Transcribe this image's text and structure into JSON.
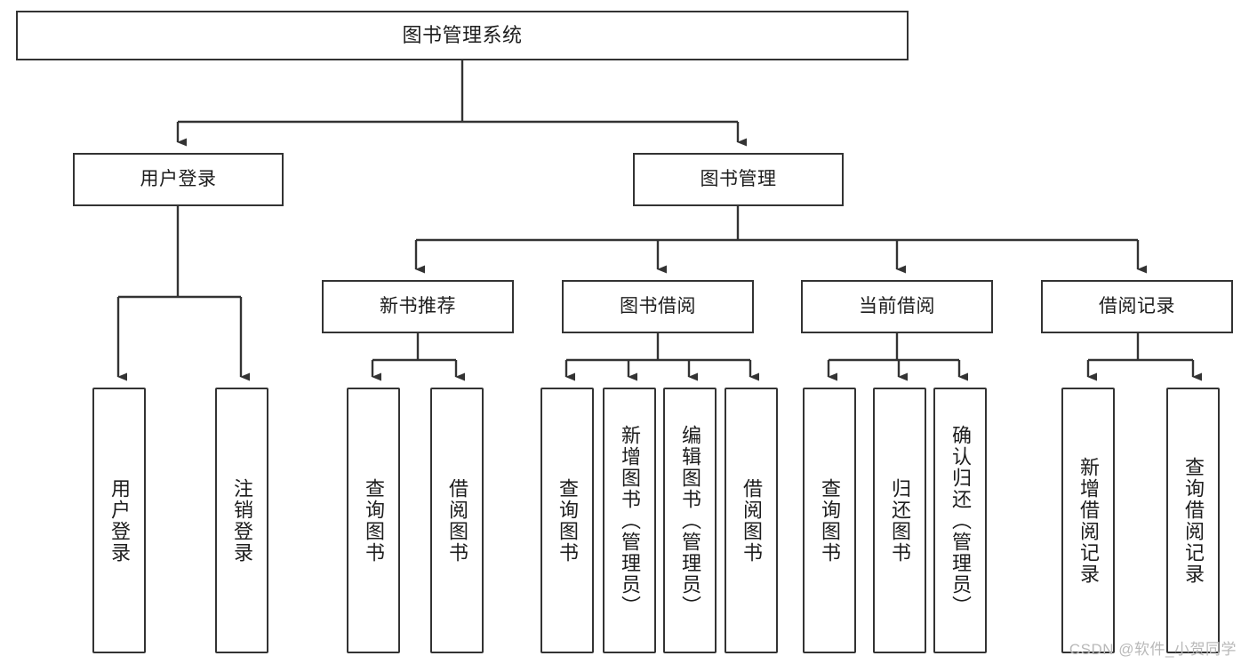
{
  "diagram": {
    "title": "图书管理系统",
    "type": "hierarchy-tree",
    "background_color": "#ffffff",
    "line_color": "#333333",
    "box_fill": "#ffffff",
    "text_color": "#1d1d1d"
  },
  "nodes": {
    "root": {
      "label": "图书管理系统"
    },
    "level2": [
      {
        "label": "用户登录"
      },
      {
        "label": "图书管理"
      }
    ],
    "level3": [
      {
        "label": "新书推荐"
      },
      {
        "label": "图书借阅"
      },
      {
        "label": "当前借阅"
      },
      {
        "label": "借阅记录"
      }
    ],
    "leaves": [
      {
        "label": "用户登录"
      },
      {
        "label": "注销登录"
      },
      {
        "label": "查询图书"
      },
      {
        "label": "借阅图书"
      },
      {
        "label": "查询图书"
      },
      {
        "label": "新增图书（管理员）"
      },
      {
        "label": "编辑图书（管理员）"
      },
      {
        "label": "借阅图书"
      },
      {
        "label": "查询图书"
      },
      {
        "label": "归还图书"
      },
      {
        "label": "确认归还（管理员）"
      },
      {
        "label": "新增借阅记录"
      },
      {
        "label": "查询借阅记录"
      }
    ]
  },
  "watermark": {
    "text": "CSDN @软件_小贺同学"
  }
}
